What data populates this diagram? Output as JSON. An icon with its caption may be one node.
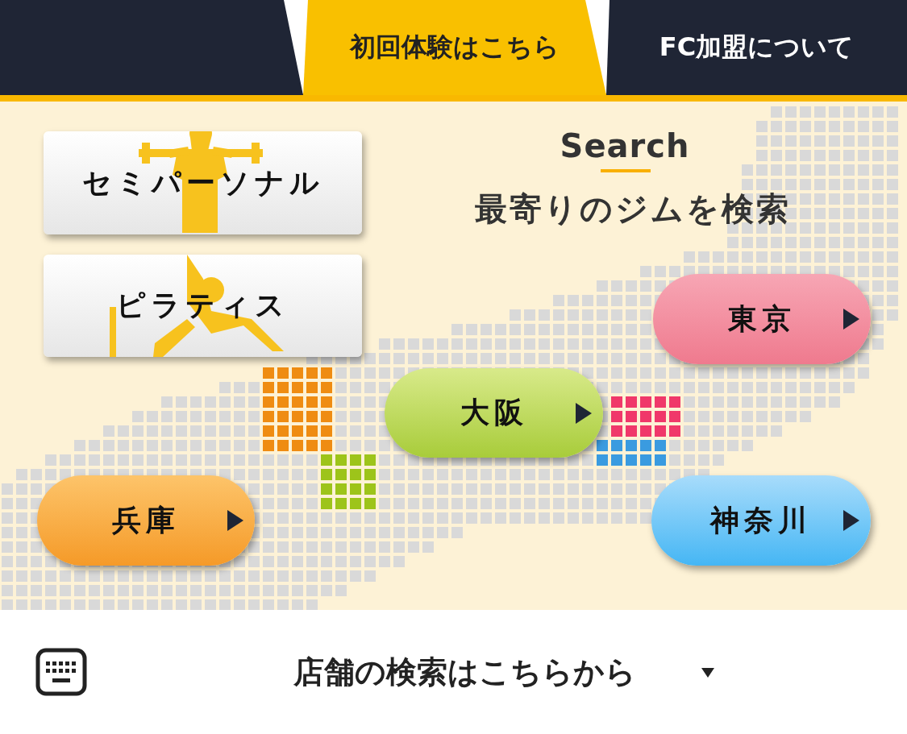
{
  "diagram": {
    "nodes": [
      {
        "text": [],
        "shape": "box"
      },
      {
        "text": [
          "初回体験はこちら"
        ]
      },
      {
        "text": [
          "FC加盟について"
        ]
      },
      {
        "text": [
          "セミパーソナル"
        ]
      },
      {
        "text": [
          "ピラティス"
        ]
      },
      {
        "text": [
          "東京"
        ]
      },
      {
        "text": [
          "大阪"
        ]
      },
      {
        "text": [
          "兵庫"
        ]
      },
      {
        "text": [
          "神奈川"
        ]
      },
      {
        "text": [
          "店舗の検索はこちらから"
        ]
      }
    ],
    "edges": [],
    "labels": [
      "Search",
      "最寄りのジムを検索"
    ]
  }
}
